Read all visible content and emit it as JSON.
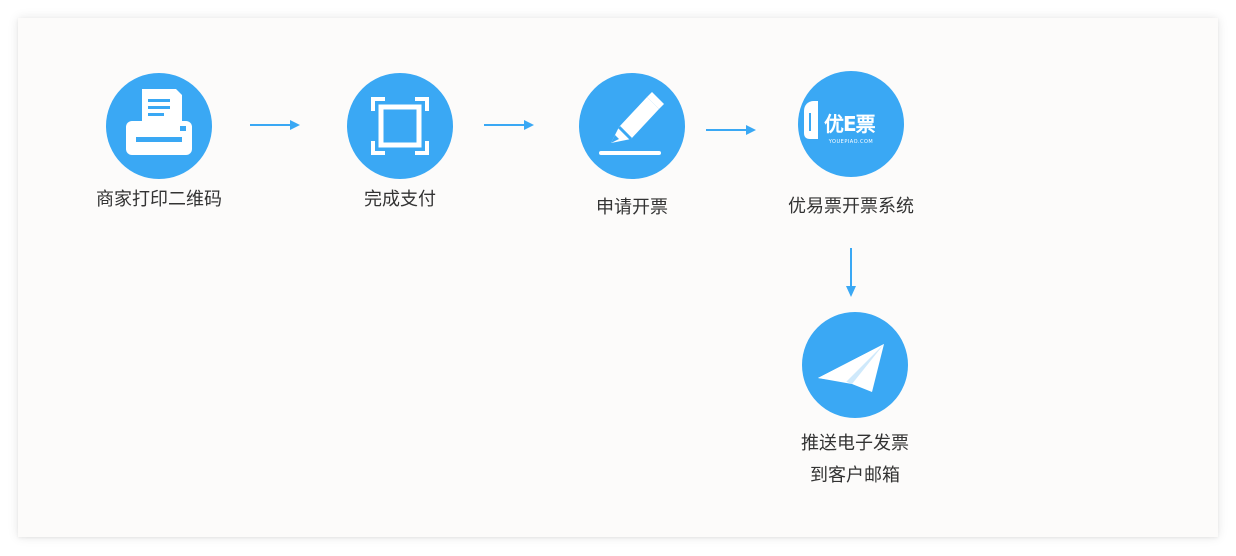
{
  "steps": [
    {
      "label": "商家打印二维码",
      "icon": "printer-icon"
    },
    {
      "label": "完成支付",
      "icon": "scan-frame-icon"
    },
    {
      "label": "申请开票",
      "icon": "pencil-icon"
    },
    {
      "label": "优易票开票系统",
      "icon": "youepiao-logo",
      "logo_text": "优E票",
      "logo_sub": "YOUEPIAO.COM"
    },
    {
      "label_line1": "推送电子发票",
      "label_line2": "到客户邮箱",
      "icon": "paper-plane-icon"
    }
  ],
  "colors": {
    "accent": "#3aa8f4",
    "text": "#333333",
    "card_bg": "#fcfbfa"
  }
}
